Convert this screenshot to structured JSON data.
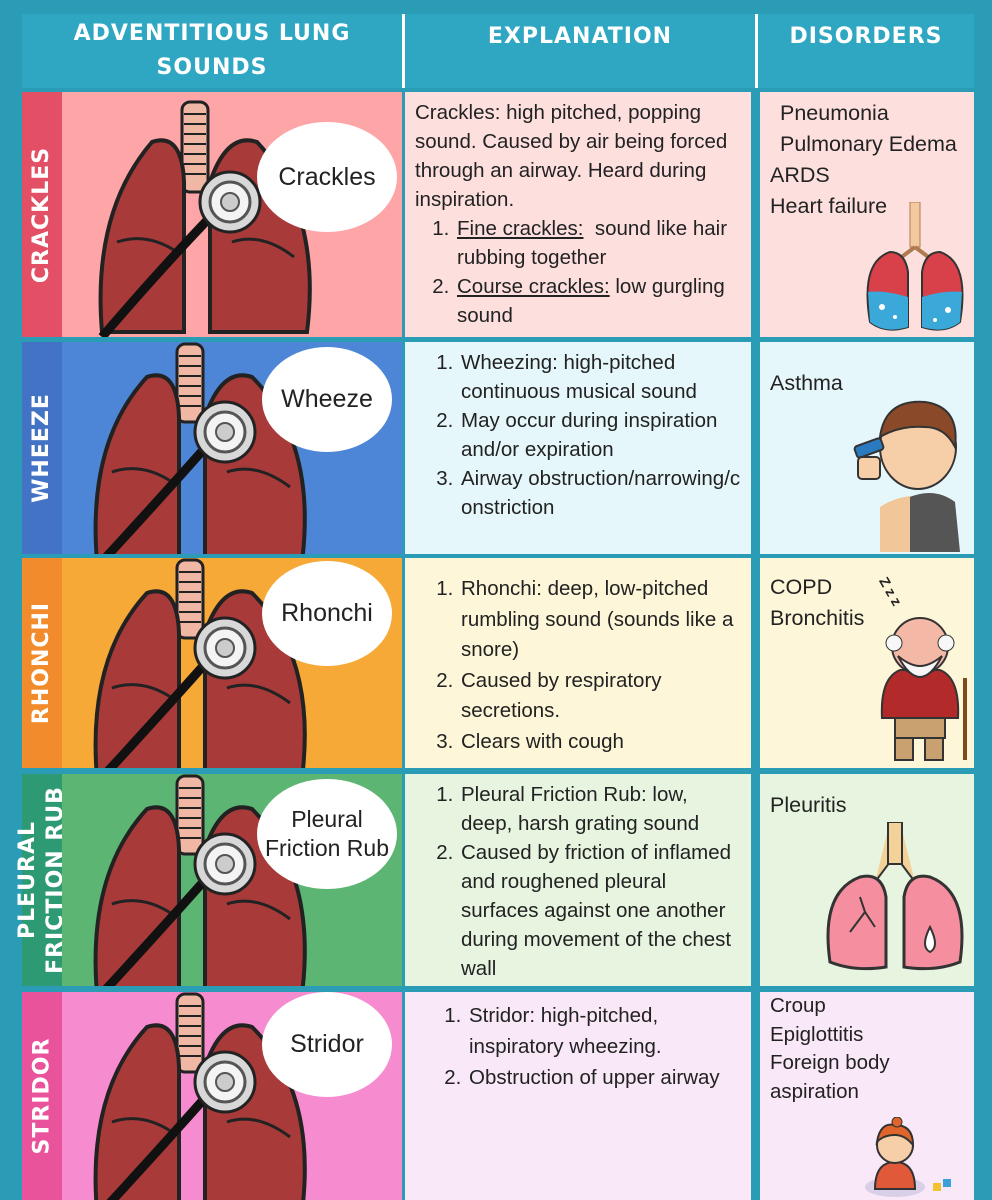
{
  "header": {
    "col1": "ADVENTITIOUS LUNG SOUNDS",
    "col2": "EXPLANATION",
    "col3": "DISORDERS"
  },
  "rows": [
    {
      "side_label": "CRACKLES",
      "bubble": "Crackles",
      "color": "#e35066",
      "bg": "#fda5a7",
      "intro": "Crackles: high pitched, popping sound. Caused by air being forced through an airway. Heard during inspiration.",
      "items": [
        {
          "term": "Fine crackles:",
          "text": "  sound like hair rubbing together"
        },
        {
          "term": "Course crackles:",
          "text": " low gurgling sound"
        }
      ],
      "disorders": [
        "Pneumonia",
        "Pulmonary Edema",
        "ARDS",
        "Heart failure"
      ]
    },
    {
      "side_label": "WHEEZE",
      "bubble": "Wheeze",
      "color": "#4273c4",
      "bg": "#4d86d6",
      "items": [
        "Wheezing: high-pitched continuous musical sound",
        "May occur during inspiration and/or expiration",
        "Airway obstruction/narrowing/constriction"
      ],
      "disorders": [
        "Asthma"
      ]
    },
    {
      "side_label": "RHONCHI",
      "bubble": "Rhonchi",
      "color": "#f28b2c",
      "bg": "#f7a938",
      "items": [
        "Rhonchi: deep, low-pitched rumbling sound (sounds like a snore)",
        "Caused by respiratory secretions.",
        "Clears with cough"
      ],
      "disorders": [
        "COPD",
        "Bronchitis"
      ],
      "zzz": "Z z z"
    },
    {
      "side_label_1": "PLEURAL",
      "side_label_2": "FRICTION RUB",
      "bubble": "Pleural Friction Rub",
      "color": "#2e9a73",
      "bg": "#5db574",
      "items": [
        "Pleural Friction Rub: low, deep, harsh grating sound",
        "Caused by friction of inflamed and roughened pleural surfaces against one another during movement of the chest wall"
      ],
      "disorders": [
        "Pleuritis"
      ]
    },
    {
      "side_label": "STRIDOR",
      "bubble": "Stridor",
      "color": "#e8539b",
      "bg": "#f78bcf",
      "items": [
        "Stridor: high-pitched, inspiratory wheezing.",
        "Obstruction of upper airway"
      ],
      "disorders": [
        "Croup",
        "Epiglottitis",
        "Foreign body",
        "aspiration"
      ]
    }
  ]
}
